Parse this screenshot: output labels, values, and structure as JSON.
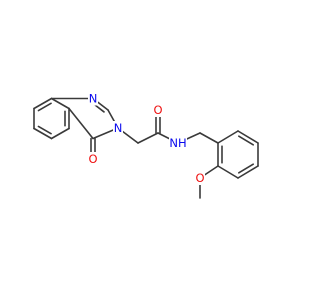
{
  "molecule": {
    "atoms": [
      {
        "id": "n1",
        "symbol": "N",
        "color": "#0a0aee"
      },
      {
        "id": "n3",
        "symbol": "N",
        "color": "#0a0aee"
      },
      {
        "id": "o4",
        "symbol": "O",
        "color": "#ee1111"
      },
      {
        "id": "o_amide",
        "symbol": "O",
        "color": "#ee1111"
      },
      {
        "id": "nh",
        "symbol": "NH",
        "color": "#0a0aee"
      },
      {
        "id": "o_methoxy",
        "symbol": "O",
        "color": "#ee1111"
      }
    ],
    "bond_color": "#3a3a3a"
  }
}
